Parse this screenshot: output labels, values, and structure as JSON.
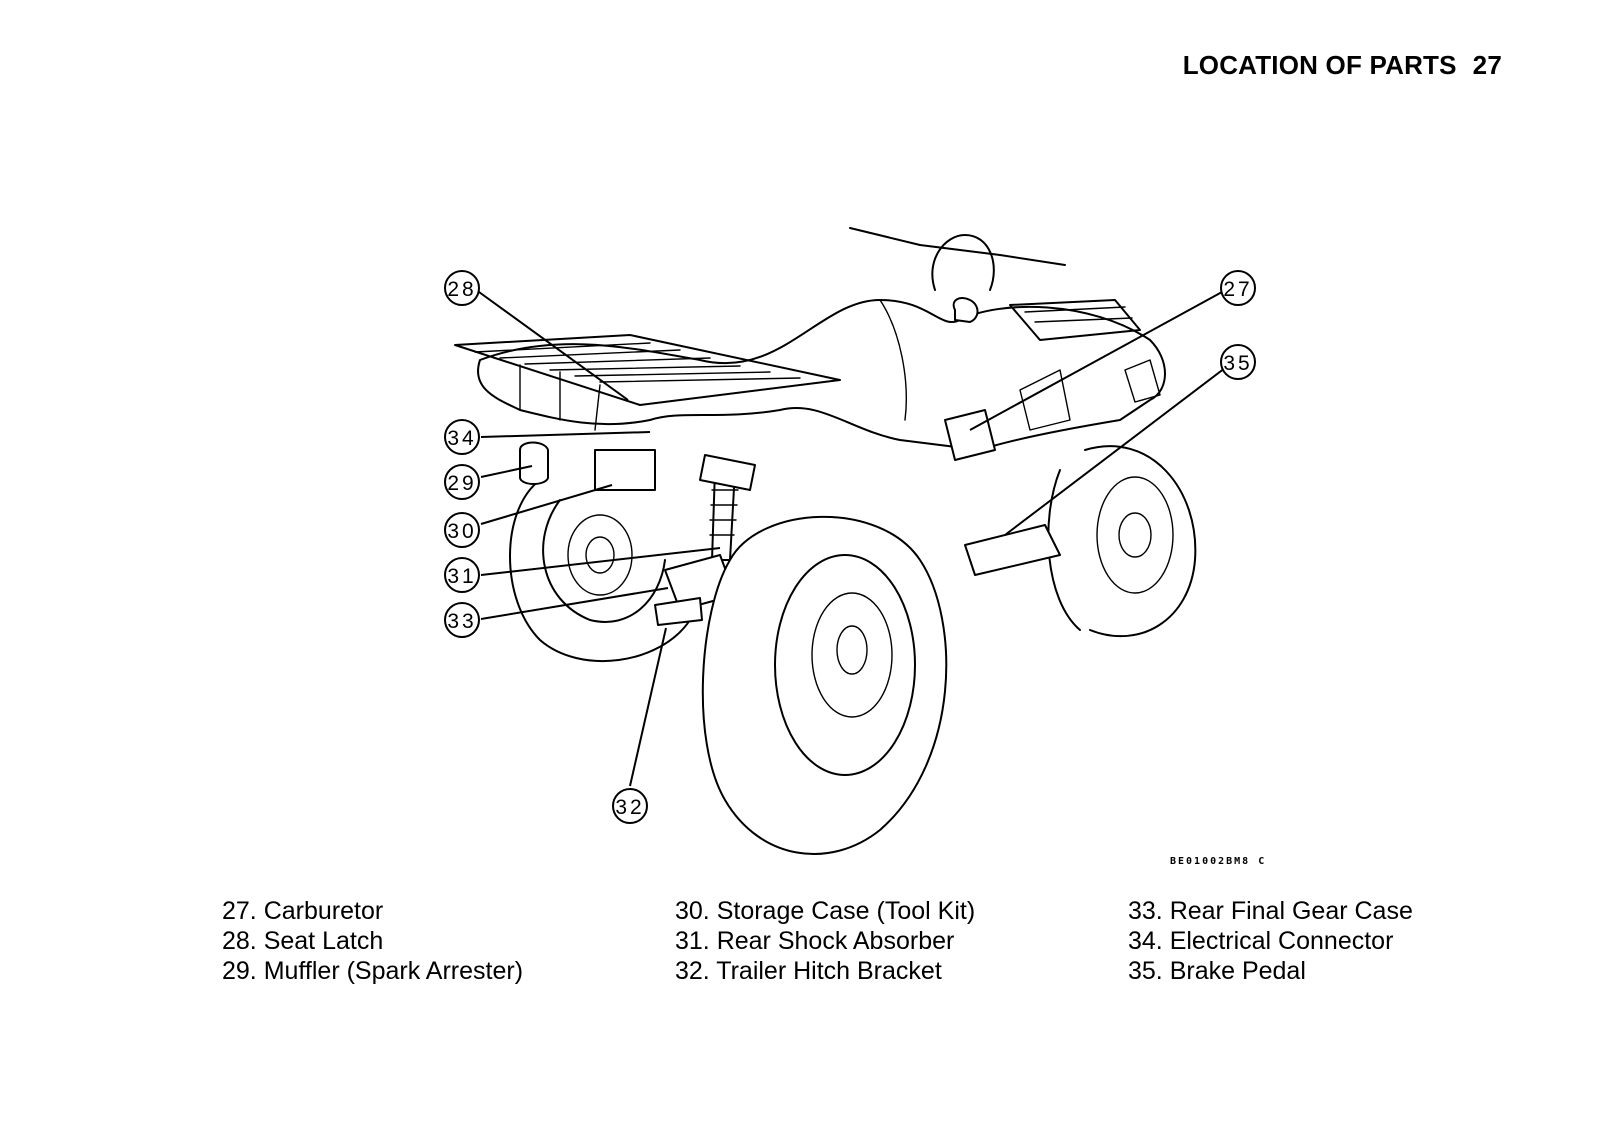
{
  "header": {
    "section_title": "LOCATION OF PARTS",
    "page_number": "27"
  },
  "figure": {
    "code": "BE01002BM8 C",
    "callouts": [
      "27",
      "28",
      "29",
      "30",
      "31",
      "32",
      "33",
      "34",
      "35"
    ]
  },
  "legend": {
    "col1": [
      "27. Carburetor",
      "28. Seat Latch",
      "29. Muffler (Spark Arrester)"
    ],
    "col2": [
      "30. Storage Case (Tool Kit)",
      "31. Rear Shock Absorber",
      "32. Trailer Hitch Bracket"
    ],
    "col3": [
      "33. Rear Final Gear Case",
      "34. Electrical Connector",
      "35. Brake Pedal"
    ]
  }
}
